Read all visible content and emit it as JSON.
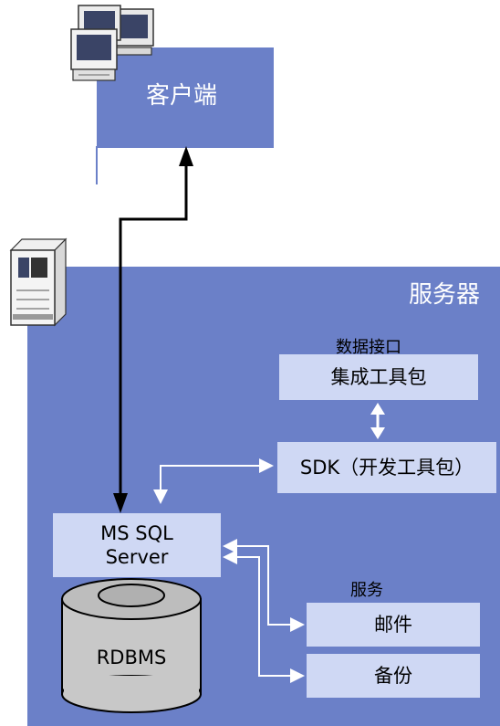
{
  "client": {
    "label": "客户端",
    "icon": "client-computers-icon"
  },
  "server": {
    "label": "服务器",
    "icon": "server-tower-icon",
    "data_interface_label": "数据接口",
    "integration_toolkit": "集成工具包",
    "sdk": "SDK（开发工具包）",
    "sql_server_line1": "MS SQL",
    "sql_server_line2": "Server",
    "rdbms": "RDBMS",
    "services_label": "服务",
    "mail": "邮件",
    "backup": "备份"
  },
  "colors": {
    "panel": "#6b80c8",
    "box": "#cfd8f4",
    "database": "#c8c8c8"
  }
}
